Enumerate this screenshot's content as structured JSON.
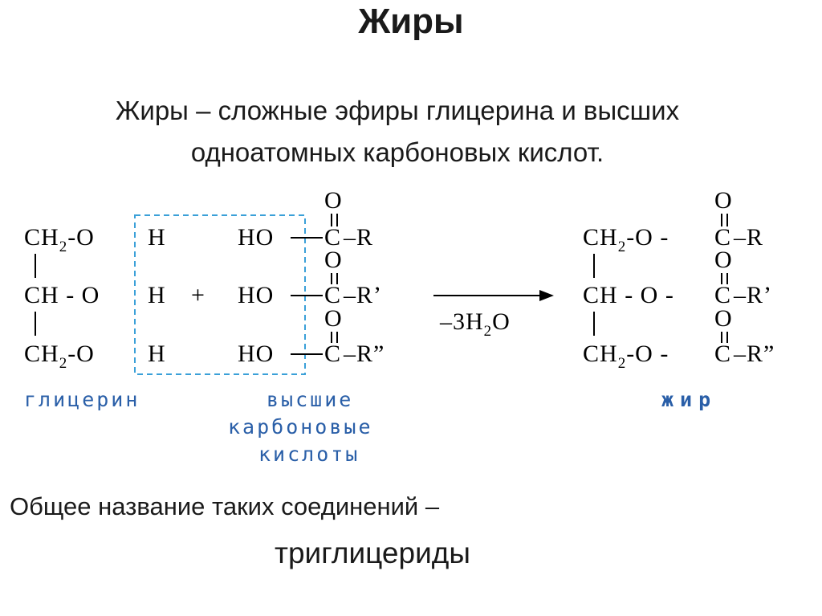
{
  "title": "Жиры",
  "definition": {
    "line1": "Жиры – сложные эфиры глицерина и высших",
    "line2": "одноатомных карбоновых кислот."
  },
  "reaction": {
    "glycerol": {
      "row1": {
        "group": "CH",
        "sub": "2",
        "rest": "-O",
        "h": "H"
      },
      "row2": {
        "group": "CH",
        "rest": " - O",
        "h": "H"
      },
      "row3": {
        "group": "CH",
        "sub": "2",
        "rest": "-O",
        "h": "H"
      }
    },
    "plus": "+",
    "acids": {
      "row1": {
        "ho": "HO",
        "c": "C",
        "r": "–R",
        "o": "O"
      },
      "row2": {
        "ho": "HO",
        "c": "C",
        "r": "–R’",
        "o": "O"
      },
      "row3": {
        "ho": "HO",
        "c": "C",
        "r": "–R”",
        "o": "O"
      }
    },
    "condition": {
      "prefix": "–3H",
      "sub": "2",
      "suffix": "O"
    },
    "fat": {
      "row1": {
        "group": "CH",
        "sub": "2",
        "rest": "-O -",
        "c": "C",
        "r": "–R",
        "o": "O"
      },
      "row2": {
        "group": "CH",
        "rest": " - O -",
        "c": "C",
        "r": "–R’",
        "o": "O"
      },
      "row3": {
        "group": "CH",
        "sub": "2",
        "rest": "-O -",
        "c": "C",
        "r": "–R”",
        "o": "O"
      }
    },
    "labels": {
      "glycerol": "глицерин",
      "acids_line1": "высшие",
      "acids_line2": "карбоновые",
      "acids_line3": "кислоты",
      "fat": "жир"
    },
    "colors": {
      "label": "#2a5fa8",
      "box": "#3aa0d8",
      "ink": "#000000"
    }
  },
  "general_name": "Общее название таких соединений –",
  "term": "триглицериды"
}
